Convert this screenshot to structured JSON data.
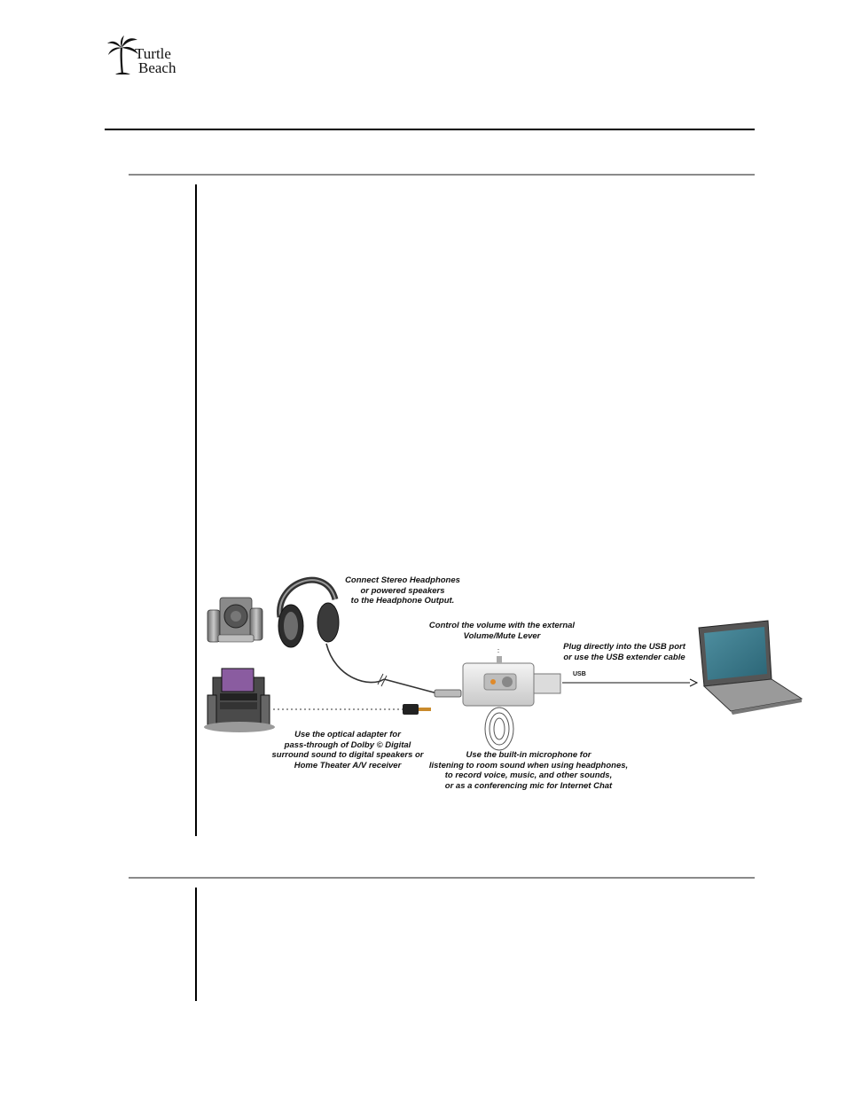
{
  "logo": {
    "line1": "Turtle",
    "line2": "Beach",
    "icon": "palm-tree-icon"
  },
  "figure": {
    "headphones_caption": [
      "Connect Stereo Headphones",
      "or powered speakers",
      "to the Headphone Output."
    ],
    "volume_caption": [
      "Control the volume with the external",
      "Volume/Mute Lever"
    ],
    "usb_caption": [
      "Plug directly into the USB port",
      "or use the USB extender cable"
    ],
    "usb_label": "USB",
    "optical_caption": [
      "Use the optical adapter for",
      "pass-through of Dolby © Digital",
      "surround sound to digital speakers or",
      "Home Theater A/V receiver"
    ],
    "mic_caption": [
      "Use the built-in microphone for",
      "listening to room sound when using headphones,",
      "to record voice, music, and other sounds,",
      "or as a conferencing mic for Internet Chat"
    ]
  }
}
